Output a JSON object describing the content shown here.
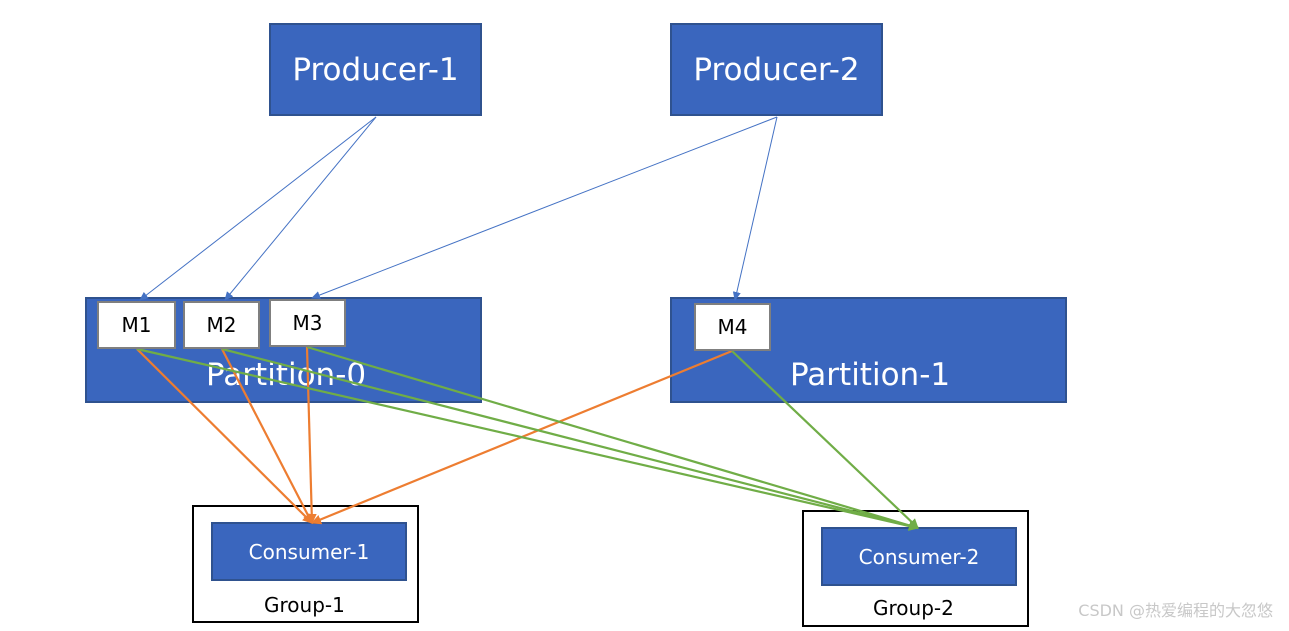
{
  "producers": [
    {
      "label": "Producer-1"
    },
    {
      "label": "Producer-2"
    }
  ],
  "partitions": [
    {
      "label": "Partition-0",
      "messages": [
        "M1",
        "M2",
        "M3"
      ]
    },
    {
      "label": "Partition-1",
      "messages": [
        "M4"
      ]
    }
  ],
  "groups": [
    {
      "consumer": "Consumer-1",
      "label": "Group-1"
    },
    {
      "consumer": "Consumer-2",
      "label": "Group-2"
    }
  ],
  "colors": {
    "box_fill": "#3a66be",
    "produce_edge": "#4472c4",
    "group1_edge": "#ed7d31",
    "group2_edge": "#70ad47"
  },
  "edges": [
    {
      "from": "Producer-1",
      "to": "M1",
      "kind": "produce"
    },
    {
      "from": "Producer-1",
      "to": "M2",
      "kind": "produce"
    },
    {
      "from": "Producer-2",
      "to": "M3",
      "kind": "produce"
    },
    {
      "from": "Producer-2",
      "to": "M4",
      "kind": "produce"
    },
    {
      "from": "M1",
      "to": "Consumer-1",
      "kind": "group1"
    },
    {
      "from": "M2",
      "to": "Consumer-1",
      "kind": "group1"
    },
    {
      "from": "M3",
      "to": "Consumer-1",
      "kind": "group1"
    },
    {
      "from": "M4",
      "to": "Consumer-1",
      "kind": "group1"
    },
    {
      "from": "M1",
      "to": "Consumer-2",
      "kind": "group2"
    },
    {
      "from": "M2",
      "to": "Consumer-2",
      "kind": "group2"
    },
    {
      "from": "M3",
      "to": "Consumer-2",
      "kind": "group2"
    },
    {
      "from": "M4",
      "to": "Consumer-2",
      "kind": "group2"
    }
  ],
  "watermark": "CSDN @热爱编程的大忽悠"
}
